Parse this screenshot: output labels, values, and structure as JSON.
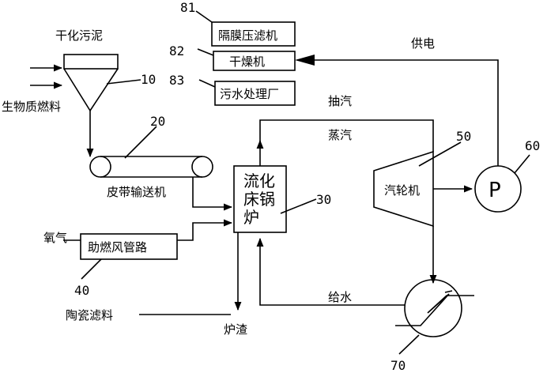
{
  "labels": {
    "dried_sludge": "干化污泥",
    "biomass_fuel": "生物质燃料",
    "belt_conveyor": "皮带输送机",
    "oxygen": "氧气",
    "ceramic_filter": "陶瓷滤料",
    "slag": "炉渣",
    "extraction_steam": "抽汽",
    "steam": "蒸汽",
    "feed_water": "给水",
    "power_supply": "供电"
  },
  "boxes": {
    "membrane_filter_press": "隔膜压滤机",
    "dryer": "干燥机",
    "sewage_plant": "污水处理厂",
    "combustion_air_duct": "助燃风管路",
    "fbb_line1": "流化",
    "fbb_line2": "床锅",
    "fbb_line3": "炉",
    "turbine": "汽轮机",
    "generator": "P"
  },
  "numbers": {
    "n10": "10",
    "n20": "20",
    "n30": "30",
    "n40": "40",
    "n50": "50",
    "n60": "60",
    "n70": "70",
    "n81": "81",
    "n82": "82",
    "n83": "83"
  }
}
